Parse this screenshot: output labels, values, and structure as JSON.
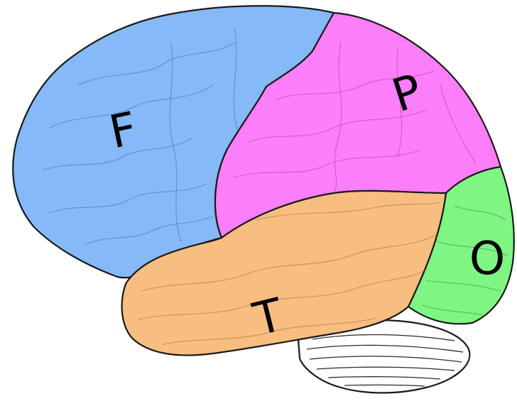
{
  "lobes": {
    "frontal": {
      "letter": "F",
      "color": "#85b9f7"
    },
    "parietal": {
      "letter": "P",
      "color": "#fd7ef9"
    },
    "temporal": {
      "letter": "T",
      "color": "#f7be80"
    },
    "occipital": {
      "letter": "O",
      "color": "#7ff683"
    }
  },
  "cerebellum": {
    "color": "#ffffff"
  },
  "outline_color": "#1a1a1a"
}
